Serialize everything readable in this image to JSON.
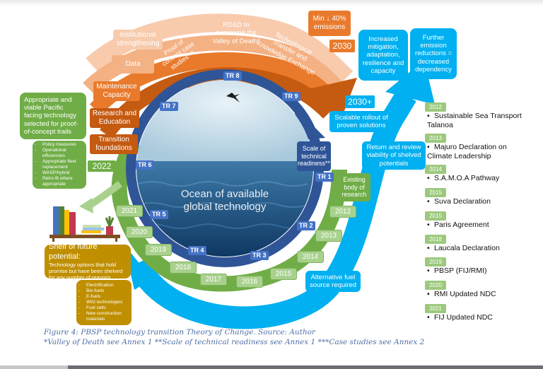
{
  "colors": {
    "orange_light": "#f4b183",
    "orange_mid": "#e97a2c",
    "orange_dark": "#c55a11",
    "blue_ring": "#2f5597",
    "tr_badge": "#4472c4",
    "cyan": "#00b0f0",
    "green": "#70ad47",
    "green_light": "#a9d18e",
    "gold": "#bf8f00",
    "caption": "#4f6fa8"
  },
  "diagram": {
    "center_label_line1": "Ocean of available",
    "center_label_line2": "global technology",
    "orange_arcs": {
      "institutional": "Institutional strengthening",
      "data": "Data",
      "maintenance": "Maintenance Capacity",
      "research": "Research and Education",
      "foundations": "Transition foundations",
      "proof_of_concept": "Proof of concept case studies***",
      "rdd": "RD&D to overcome the Valley of Death*",
      "tech_transfer": "Technological Transfer and Knowledge Exchange"
    },
    "targets": {
      "min_emissions": "Min ↓ 40% emissions",
      "year_2030": "2030",
      "year_2030_plus": "2030+",
      "year_2022": "2022",
      "increased": "Increased mitigation, adaptation, resilience and capacity",
      "further": "Further emission reductions = decreased dependency",
      "scalable": "Scalable rollout of proven solutions",
      "return_review": "Return and review viability of shelved potentials",
      "alternative_fuel": "Alternative fuel source required",
      "scale_readiness": "Scale of technical readiness**",
      "existing_research": "Existing body of research"
    },
    "appropriate_box": {
      "title": "Appropriate and viable Pacific facing technology selected for proof-of-concept trails",
      "items": [
        "Policy measures",
        "Operational efficiencies",
        "Appropriate fleet replacement",
        "WASP/hybrid",
        "Retro-fit where appropriate"
      ]
    },
    "shelf_box": {
      "title": "Shelf of future potential:",
      "subtitle": "Technology options that hold promise but have been shelved for any number of reasons",
      "items": [
        "Electrification",
        "Bio-fuels",
        "E-fuels",
        "WIG technologies",
        "Fuel cells",
        "New construction materials"
      ]
    },
    "tr_labels": [
      "TR 1",
      "TR 2",
      "TR 3",
      "TR 4",
      "TR 5",
      "TR 6",
      "TR 7",
      "TR 8",
      "TR 9"
    ],
    "ring_years": [
      "2012",
      "2013",
      "2014",
      "2015",
      "2016",
      "2017",
      "2018",
      "2019",
      "2020",
      "2021"
    ]
  },
  "timeline": [
    {
      "year": "2012",
      "event": "Sustainable Sea Transport Talanoa"
    },
    {
      "year": "2013",
      "event": "Majuro Declaration on Climate Leadership"
    },
    {
      "year": "2014",
      "event": "S.A.M.O.A Pathway"
    },
    {
      "year": "2015",
      "event": "Suva Declaration"
    },
    {
      "year": "2015",
      "event": "Paris Agreement"
    },
    {
      "year": "2018",
      "event": "Laucala Declaration"
    },
    {
      "year": "2019",
      "event": "PBSP (FIJ/RMI)"
    },
    {
      "year": "2020",
      "event": "RMI Updated NDC"
    },
    {
      "year": "2021",
      "event": "FIJ Updated NDC"
    }
  ],
  "caption": {
    "line1": "Figure 4: PBSP technology transition Theory of Change. Source: Author",
    "line2": "*Valley of Death see Annex 1 **Scale of technical readiness see Annex 1 ***Case studies see Annex 2"
  }
}
